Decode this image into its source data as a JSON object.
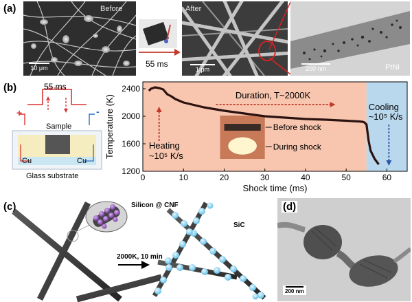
{
  "panel_a": {
    "label": "(a)",
    "before_label": "Before",
    "before_scale": "10 μm",
    "time_label": "55 ms",
    "after_label": "After",
    "after_scale": "1 μm",
    "tem_scale": "200 nm",
    "tem_label": "PtNi"
  },
  "panel_b": {
    "label": "(b)",
    "schematic": {
      "pulse_label": "55 ms",
      "sample_label": "Sample",
      "cu_left": "Cu",
      "cu_right": "Cu",
      "substrate_label": "Glass substrate",
      "plus": "+",
      "minus": "-"
    },
    "heating_text": "Heating",
    "heating_rate": "~10⁵ K/s",
    "duration_text": "Duration, T~2000K",
    "cooling_text": "Cooling",
    "cooling_rate": "~10⁵ K/s",
    "before_shock": "Before shock",
    "during_shock": "During shock"
  },
  "chart_data": {
    "type": "line",
    "xlabel": "Shock time (ms)",
    "ylabel": "Temperature (K)",
    "xlim": [
      0,
      65
    ],
    "ylim": [
      1200,
      2500
    ],
    "xticks": [
      0,
      10,
      20,
      30,
      40,
      50,
      60
    ],
    "yticks": [
      1200,
      1600,
      2000,
      2400
    ],
    "grid": false,
    "x": [
      1.5,
      2,
      3,
      4,
      5,
      6,
      7,
      8,
      10,
      15,
      20,
      25,
      30,
      35,
      40,
      45,
      50,
      53,
      54,
      54.5,
      55,
      55.5,
      56,
      57,
      58
    ],
    "y": [
      2370,
      2400,
      2420,
      2410,
      2390,
      2320,
      2290,
      2250,
      2200,
      2130,
      2080,
      2040,
      2000,
      1980,
      1960,
      1950,
      1935,
      1925,
      1920,
      1910,
      1880,
      1650,
      1500,
      1380,
      1300
    ],
    "regions": [
      {
        "name": "heating-duration",
        "from": 0,
        "to": 55,
        "color": "#f8c5ae"
      },
      {
        "name": "cooling",
        "from": 55,
        "to": 65,
        "color": "#b9d8ee"
      }
    ],
    "colors": {
      "line": "#2b1210",
      "heating_arrow": "#c0392b",
      "cooling_arrow": "#2e58a6"
    }
  },
  "panel_c": {
    "label": "(c)",
    "callout": "Silicon @ CNF",
    "sic_label": "SiC",
    "process": "2000K, 10 min"
  },
  "panel_d": {
    "label": "(d)",
    "scale": "200 nm"
  }
}
